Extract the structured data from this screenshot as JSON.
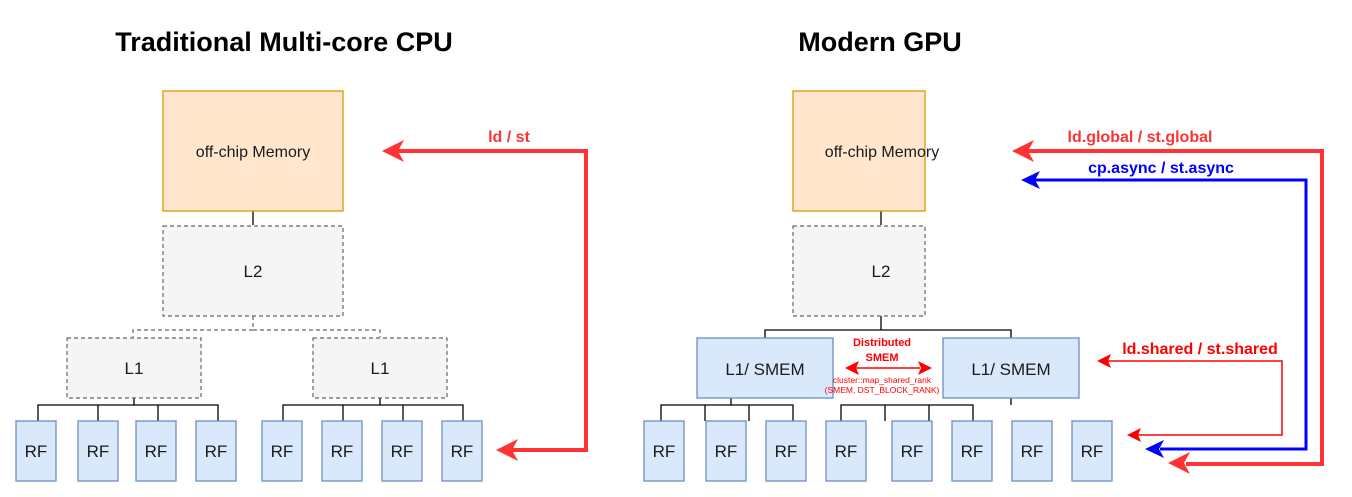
{
  "cpu": {
    "title": "Traditional Multi-core CPU",
    "memory_label": "off-chip Memory",
    "l2_label": "L2",
    "l1_labels": [
      "L1",
      "L1"
    ],
    "rf_labels": [
      "RF",
      "RF",
      "RF",
      "RF",
      "RF",
      "RF",
      "RF",
      "RF"
    ],
    "arrow_label": "ld / st"
  },
  "gpu": {
    "title": "Modern GPU",
    "memory_label": "off-chip Memory",
    "l2_label": "L2",
    "l1_labels": [
      "L1/ SMEM",
      "L1/ SMEM"
    ],
    "rf_labels": [
      "RF",
      "RF",
      "RF",
      "RF",
      "RF",
      "RF",
      "RF",
      "RF"
    ],
    "distributed_label_line1": "Distributed",
    "distributed_label_line2": "SMEM",
    "map_label_line1": "cluster::map_shared_rank",
    "map_label_line2": "(SMEM, DST_BLOCK_RANK)",
    "global_arrow_label": "ld.global / st.global",
    "async_arrow_label": "cp.async / st.async",
    "shared_arrow_label": "ld.shared / st.shared"
  },
  "colors": {
    "memory_fill": "#ffe6cc",
    "memory_stroke": "#d79b00",
    "cache_fill": "#f5f5f5",
    "cache_stroke": "#666666",
    "rf_fill": "#dae8fc",
    "rf_stroke": "#6c8ebf",
    "red": "#ff3333",
    "pure_red": "#ff0000",
    "blue": "#0000ff"
  }
}
